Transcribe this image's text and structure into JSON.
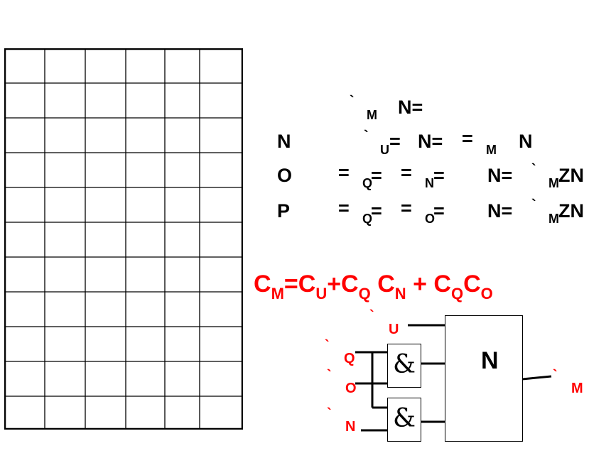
{
  "table": {
    "rows": 11,
    "cols": 6
  },
  "equations": {
    "line0": {
      "a": "`",
      "b": "M",
      "c": "N="
    },
    "line1": {
      "label": "N",
      "a": "`",
      "b": "U",
      "c": "=",
      "d": "N=",
      "e": "=",
      "f": "M",
      "g": "N"
    },
    "line2": {
      "label": "O",
      "a": "=",
      "b": "Q",
      "c": "=",
      "d": "=",
      "e": "N",
      "f": "=",
      "g": "N=",
      "h": "`",
      "i": "M",
      "j": "ZN"
    },
    "line3": {
      "label": "P",
      "a": "=",
      "b": "Q",
      "c": "=",
      "d": "=",
      "e": "O",
      "f": "=",
      "g": "N=",
      "h": "`",
      "i": "M",
      "j": "ZN"
    }
  },
  "formula": {
    "p1": "C",
    "s1": "M",
    "p2": "=C",
    "s2": "U",
    "p3": "+C",
    "s3": "Q",
    "p4": "C",
    "s4": "N",
    "p5": " + C",
    "s5": "Q",
    "p6": "C",
    "s6": "O"
  },
  "circuit": {
    "inputs": {
      "u": {
        "tick": "`",
        "label": "U"
      },
      "q": {
        "tick": "`",
        "label": "Q"
      },
      "o": {
        "tick": "`",
        "label": "O"
      },
      "n": {
        "tick": "`",
        "label": "N"
      }
    },
    "and_gate_symbol": "&",
    "main_gate_symbol": "N",
    "output": {
      "tick": "`",
      "label": "M"
    }
  },
  "colors": {
    "accent": "#ff0000",
    "ink": "#000000"
  }
}
